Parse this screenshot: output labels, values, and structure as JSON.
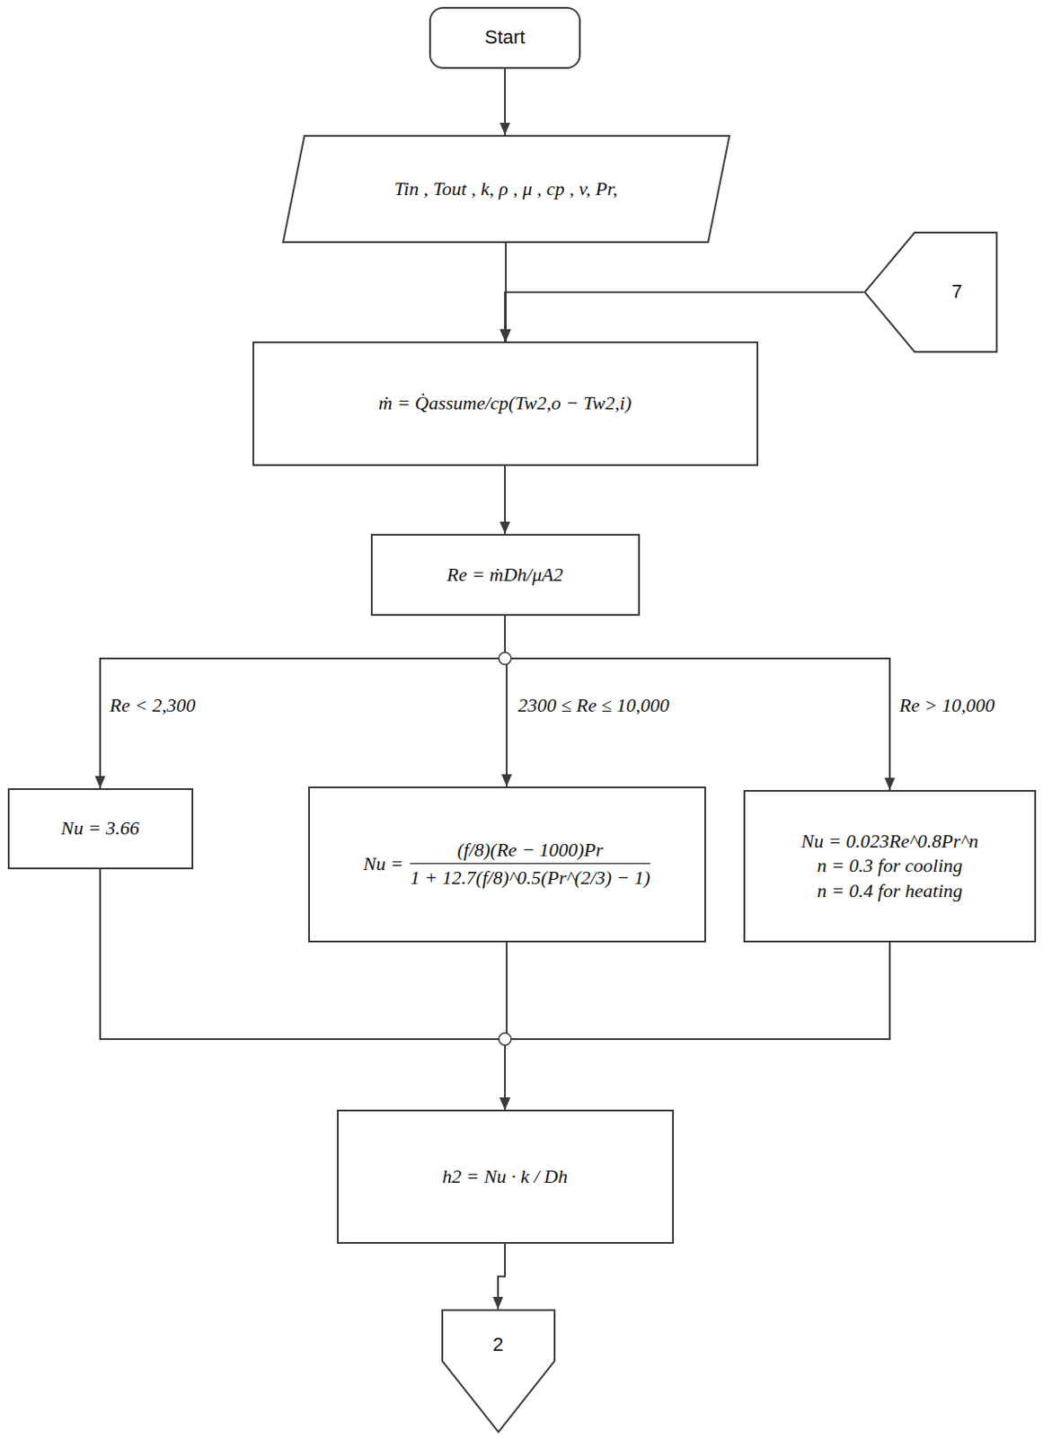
{
  "diagram": {
    "nodes": [
      {
        "text": [
          "Start"
        ]
      },
      {
        "text": [
          "Tin , Tout , k, ρ , μ , cp , v, Pr,"
        ]
      },
      {
        "text": [
          "7"
        ]
      },
      {
        "text": [
          "ṁ = Q̇assume/cp(Tw2,o − Tw2,i)"
        ]
      },
      {
        "text": [
          "Re = ṁDh/μA2"
        ]
      },
      {
        "text": [
          "Nu = 3.66"
        ]
      },
      {
        "text": [
          "Nu =",
          "(f/8)(Re − 1000)Pr",
          "1 + 12.7(f/8)^0.5(Pr^(2/3) − 1)"
        ]
      },
      {
        "text": [
          "Nu = 0.023Re^0.8Pr^n",
          "n = 0.3 for cooling",
          "n = 0.4 for heating"
        ]
      },
      {
        "text": [
          "h2 = Nu · k / Dh"
        ]
      },
      {
        "text": [
          "2"
        ]
      }
    ],
    "edges": [
      {
        "from": 0,
        "to": 1,
        "arrow": "to"
      },
      {
        "from": 1,
        "to": 3,
        "arrow": "to"
      },
      {
        "from": 2,
        "to": 3,
        "arrow": "to"
      },
      {
        "from": 3,
        "to": 4,
        "arrow": "to"
      },
      {
        "from": 4,
        "to": 5,
        "label": "Re < 2,300",
        "arrow": "to"
      },
      {
        "from": 4,
        "to": 6,
        "label": "2300 ≤ Re ≤ 10,000",
        "arrow": "to"
      },
      {
        "from": 4,
        "to": 7,
        "label": "Re > 10,000",
        "arrow": "to"
      },
      {
        "from": 5,
        "to": 8,
        "arrow": "to"
      },
      {
        "from": 6,
        "to": 8,
        "arrow": "to"
      },
      {
        "from": 7,
        "to": 8,
        "arrow": "to"
      },
      {
        "from": 8,
        "to": 9,
        "arrow": "to"
      }
    ]
  }
}
